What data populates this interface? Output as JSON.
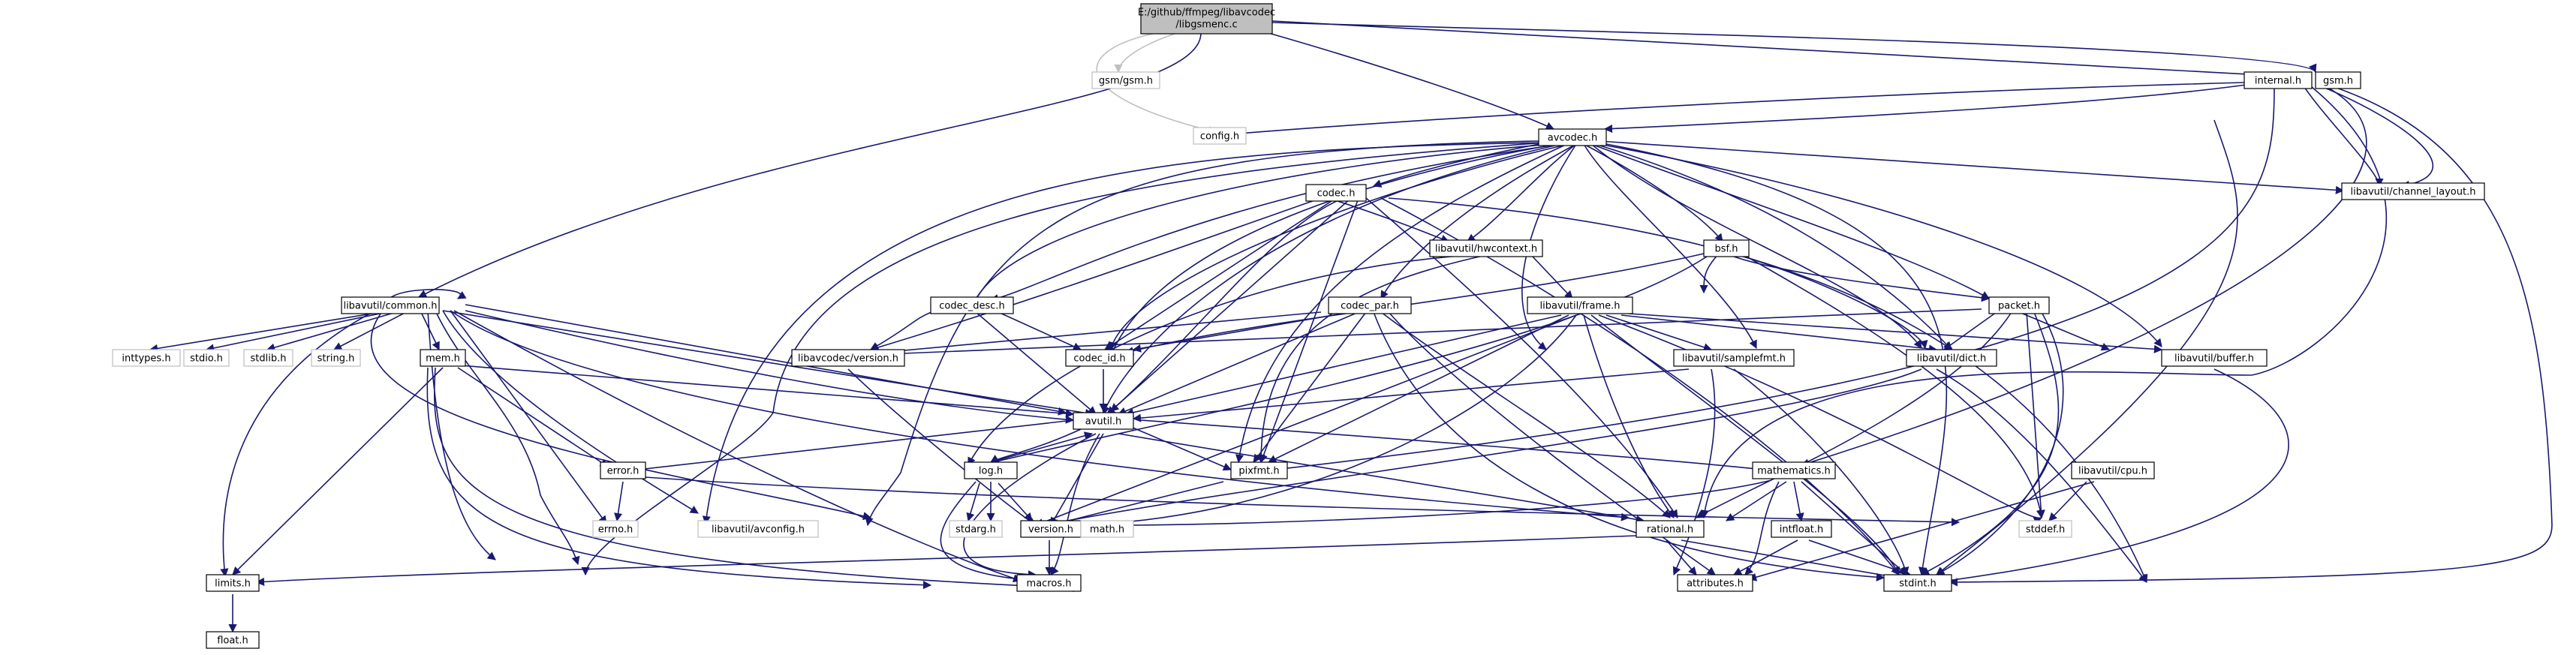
{
  "colors": {
    "edge": "#191970",
    "edge_system": "#bfbfbf",
    "root_fill": "#bfbfbf",
    "node_border": "#000000",
    "system_border": "#bfbfbf"
  },
  "root": {
    "line1": "E:/github/ffmpeg/libavcodec",
    "line2": "/libgsmenc.c"
  },
  "nodes": {
    "gsm_gsm": "gsm/gsm.h",
    "config": "config.h",
    "internal": "internal.h",
    "gsm": "gsm.h",
    "avcodec": "avcodec.h",
    "channel_layout": "libavutil/channel_layout.h",
    "codec": "codec.h",
    "hwcontext": "libavutil/hwcontext.h",
    "bsf": "bsf.h",
    "common": "libavutil/common.h",
    "codec_desc": "codec_desc.h",
    "codec_par": "codec_par.h",
    "frame": "libavutil/frame.h",
    "packet": "packet.h",
    "inttypes": "inttypes.h",
    "stdio": "stdio.h",
    "stdlib": "stdlib.h",
    "string": "string.h",
    "mem": "mem.h",
    "version_avcodec": "libavcodec/version.h",
    "codec_id": "codec_id.h",
    "samplefmt": "libavutil/samplefmt.h",
    "dict": "libavutil/dict.h",
    "buffer": "libavutil/buffer.h",
    "avutil": "avutil.h",
    "error": "error.h",
    "log": "log.h",
    "pixfmt": "pixfmt.h",
    "mathematics": "mathematics.h",
    "cpu": "libavutil/cpu.h",
    "errno": "errno.h",
    "avconfig": "libavutil/avconfig.h",
    "stdarg": "stdarg.h",
    "version": "version.h",
    "math": "math.h",
    "rational": "rational.h",
    "intfloat": "intfloat.h",
    "stddef": "stddef.h",
    "limits": "limits.h",
    "macros": "macros.h",
    "attributes": "attributes.h",
    "stdint": "stdint.h",
    "float": "float.h"
  }
}
